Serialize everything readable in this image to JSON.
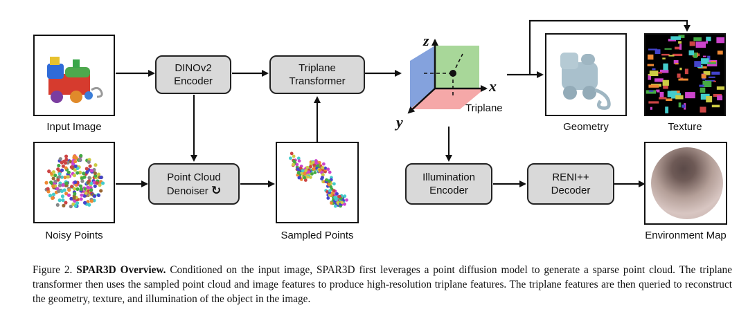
{
  "figure": {
    "labels": {
      "input_image": "Input Image",
      "noisy_points": "Noisy Points",
      "sampled_points": "Sampled Points",
      "triplane": "Triplane",
      "geometry": "Geometry",
      "texture": "Texture",
      "environment_map": "Environment Map"
    },
    "nodes": {
      "dino_line1": "DINOv2",
      "dino_line2": "Encoder",
      "triplane_tf_line1": "Triplane",
      "triplane_tf_line2": "Transformer",
      "denoiser_line1": "Point Cloud",
      "denoiser_line2": "Denoiser",
      "illum_line1": "Illumination",
      "illum_line2": "Encoder",
      "reni_line1": "RENI++",
      "reni_line2": "Decoder"
    },
    "axes": {
      "z": "z",
      "x": "x",
      "y": "y"
    }
  },
  "caption": {
    "prefix": "Figure 2.",
    "bold": "SPAR3D Overview.",
    "text": "Conditioned on the input image, SPAR3D first leverages a point diffusion model to generate a sparse point cloud. The triplane transformer then uses the sampled point cloud and image features to produce high-resolution triplane features. The triplane features are then queried to reconstruct the geometry, texture, and illumination of the object in the image."
  }
}
